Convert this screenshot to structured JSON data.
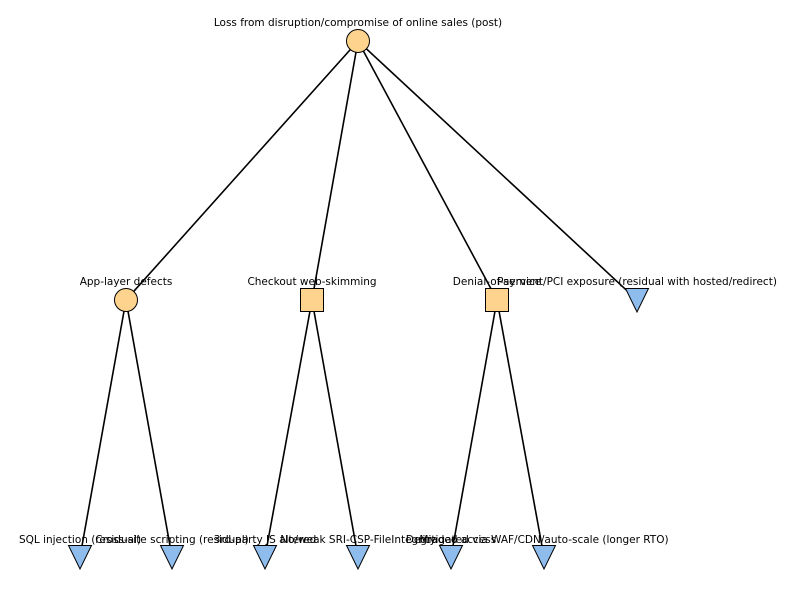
{
  "colors": {
    "event_fill": "#fdd38e",
    "leaf_fill": "#8ebcec",
    "edge": "#000000"
  },
  "tree": {
    "root": {
      "label": "Loss from disruption/compromise of online sales (post)",
      "shape": "circle"
    },
    "branches": [
      {
        "label": "App-layer defects",
        "shape": "circle",
        "children": [
          {
            "label": "SQL injection (residual)",
            "shape": "triangle"
          },
          {
            "label": "Cross-site scripting (residual)",
            "shape": "triangle"
          }
        ]
      },
      {
        "label": "Checkout web-skimming",
        "shape": "square",
        "children": [
          {
            "label": "3rd-party JS altered",
            "shape": "triangle"
          },
          {
            "label": "No/weak SRI-CSP-FileIntegrity",
            "shape": "triangle"
          }
        ]
      },
      {
        "label": "Denial-of-service",
        "shape": "square",
        "children": [
          {
            "label": "Degraded access",
            "shape": "triangle"
          },
          {
            "label": "Mitigated via WAF/CDN/auto-scale (longer RTO)",
            "shape": "triangle"
          }
        ]
      },
      {
        "label": "Payment/PCI exposure (residual with hosted/redirect)",
        "shape": "triangle",
        "children": []
      }
    ]
  }
}
